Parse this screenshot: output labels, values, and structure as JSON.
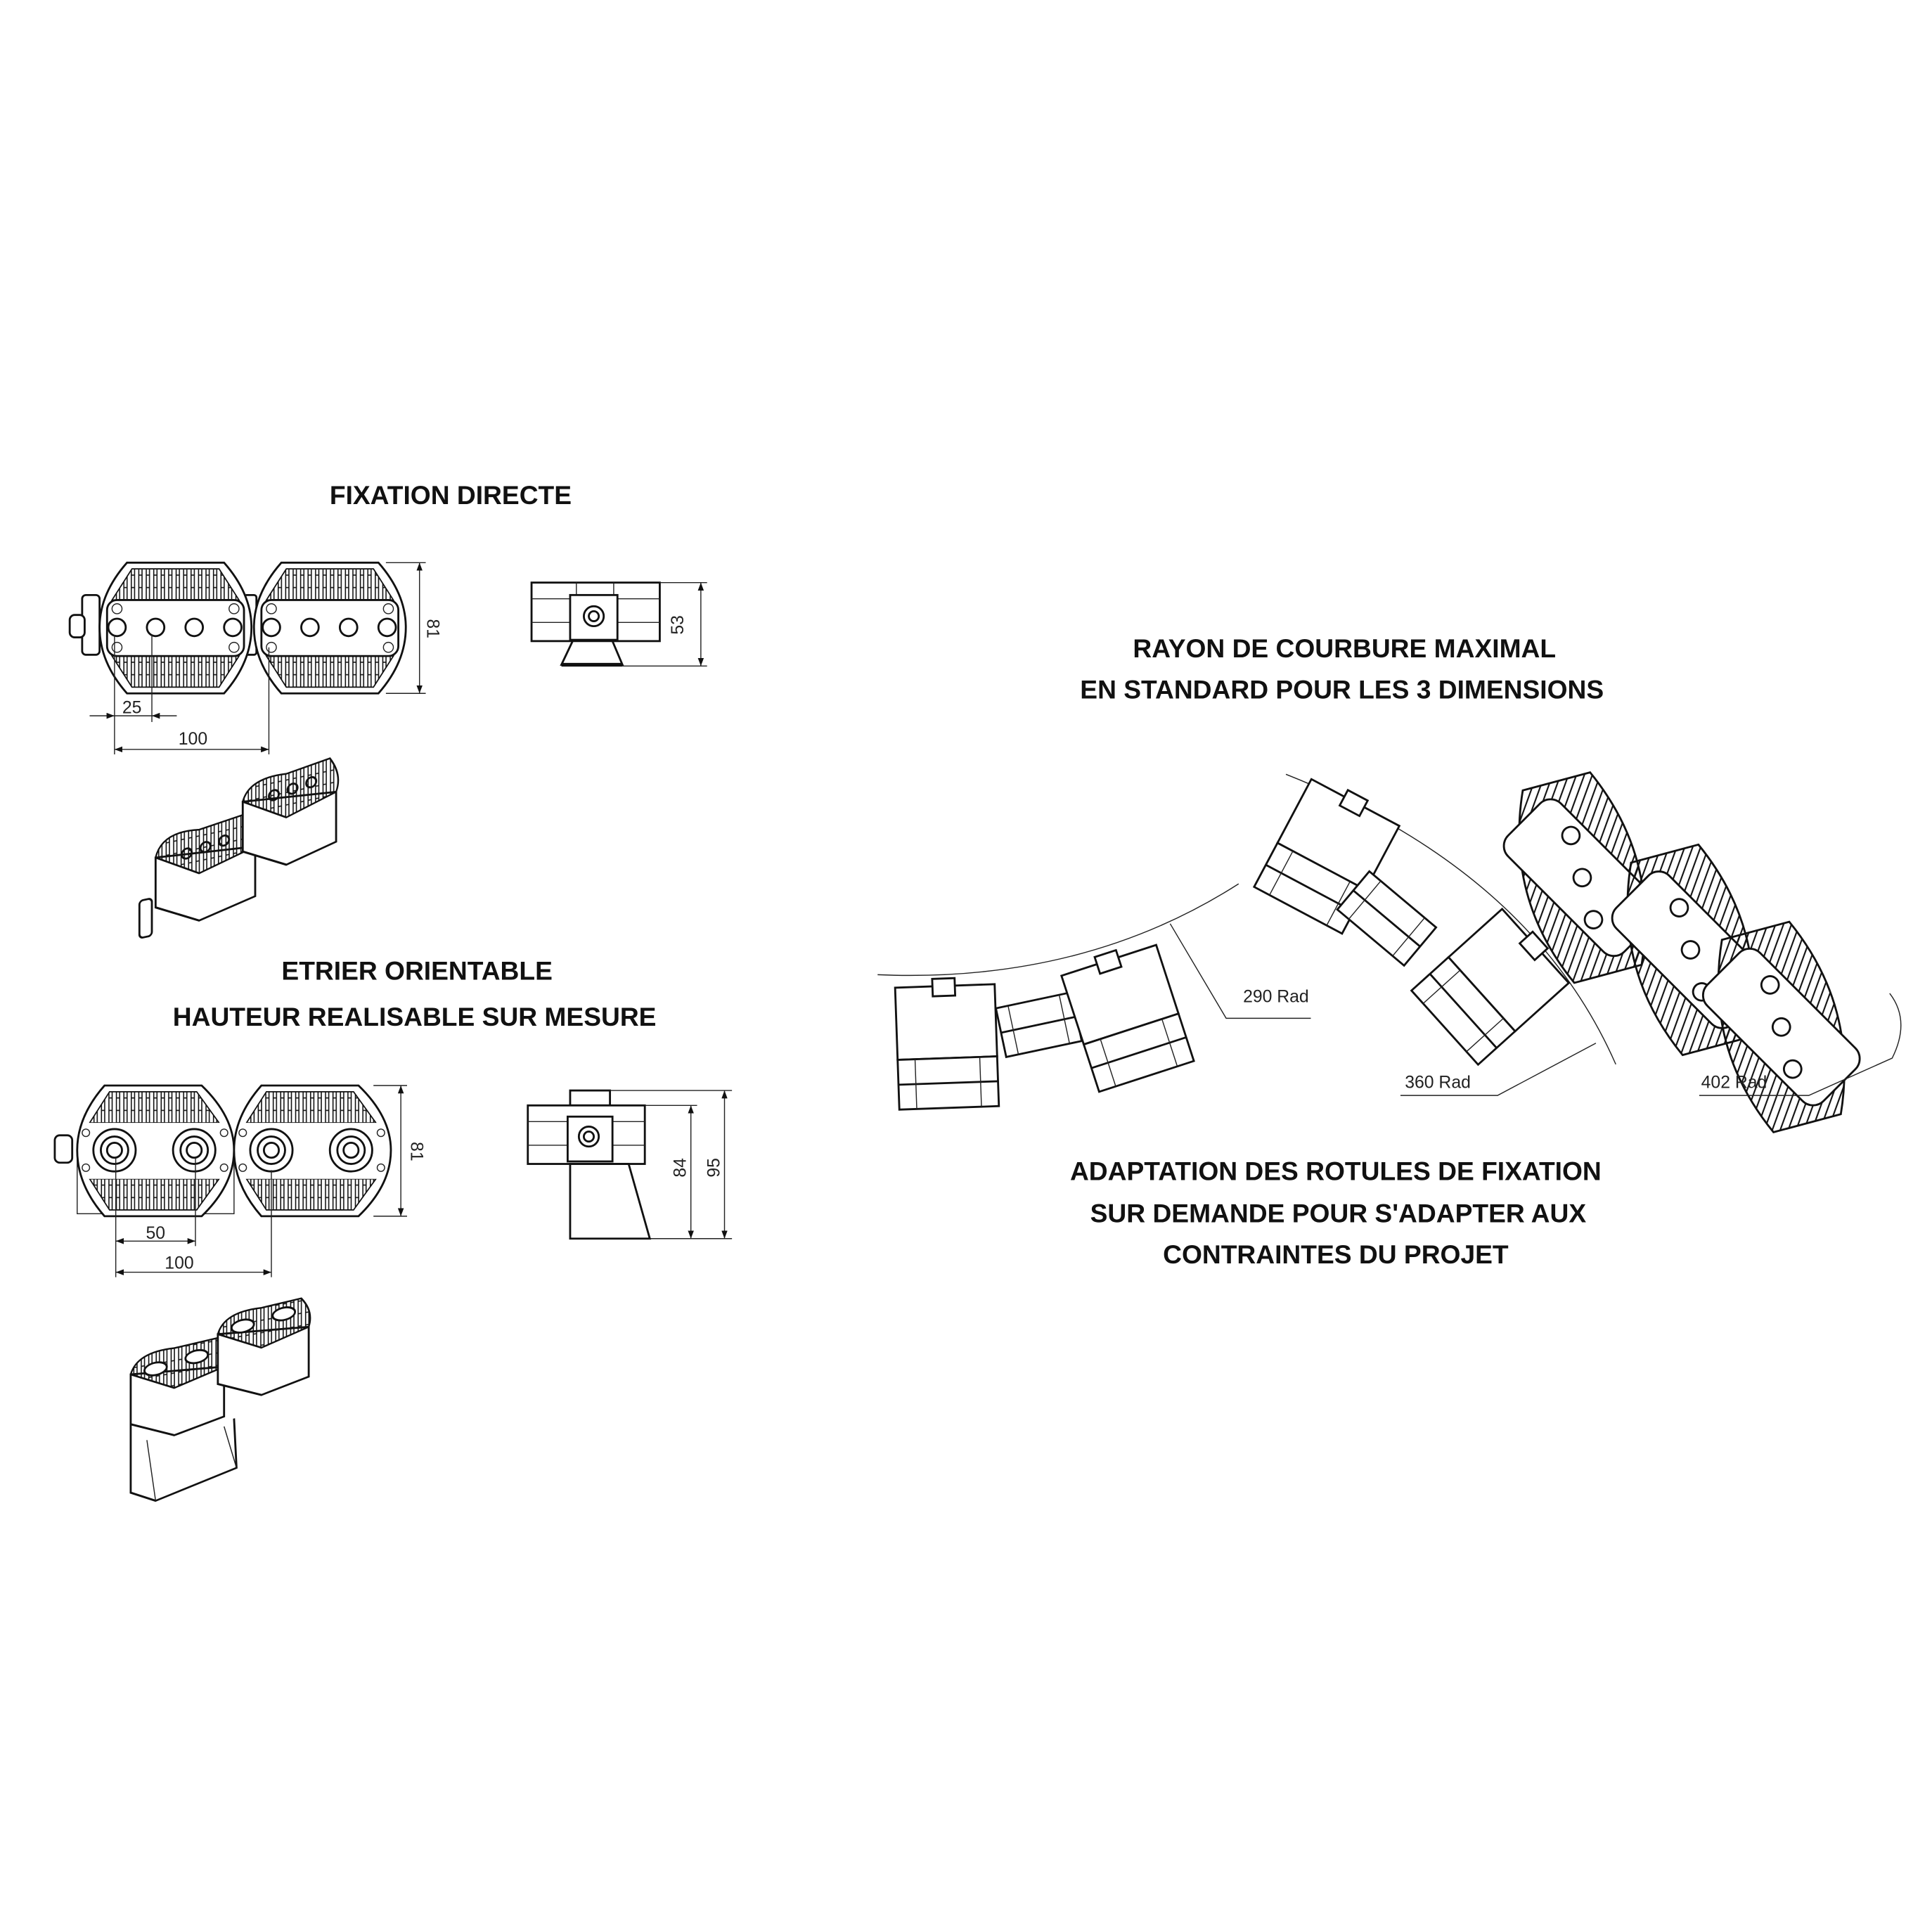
{
  "headings": {
    "fixation_directe": "FIXATION DIRECTE",
    "etrier_line1": "ETRIER ORIENTABLE",
    "etrier_line2": "HAUTEUR REALISABLE SUR MESURE",
    "rayon_line1": "RAYON DE COURBURE MAXIMAL",
    "rayon_line2": "EN STANDARD POUR LES 3 DIMENSIONS",
    "adaptation_line1": "ADAPTATION DES ROTULES DE FIXATION",
    "adaptation_line2": "SUR DEMANDE POUR S'ADAPTER AUX",
    "adaptation_line3": "CONTRAINTES DU PROJET"
  },
  "fixation_directe_dims": {
    "height": "81",
    "pitch": "25",
    "length": "100",
    "depth": "53"
  },
  "etrier_dims": {
    "height": "81",
    "pitch": "50",
    "length": "100",
    "depth1": "84",
    "depth2": "95"
  },
  "radii": [
    "290 Rad",
    "360 Rad",
    "402 Rad"
  ]
}
